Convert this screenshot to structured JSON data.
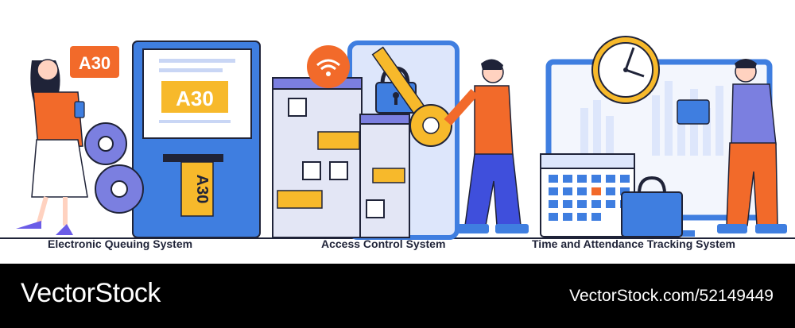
{
  "panels": [
    {
      "caption": "Electronic Queuing System",
      "ticket_bubble": "A30",
      "screen_ticket": "A30",
      "printed_ticket": "A30"
    },
    {
      "caption": "Access Control System"
    },
    {
      "caption": "Time and Attendance Tracking System"
    }
  ],
  "footer": {
    "brand": "VectorStock",
    "credit": "VectorStock.com/52149449"
  },
  "colors": {
    "blue": "#3f7ee0",
    "orange": "#f26a2a",
    "yellow": "#f7b92b",
    "purple": "#7b7fe0",
    "navy": "#1f2338",
    "light_blue": "#dde6fb"
  }
}
